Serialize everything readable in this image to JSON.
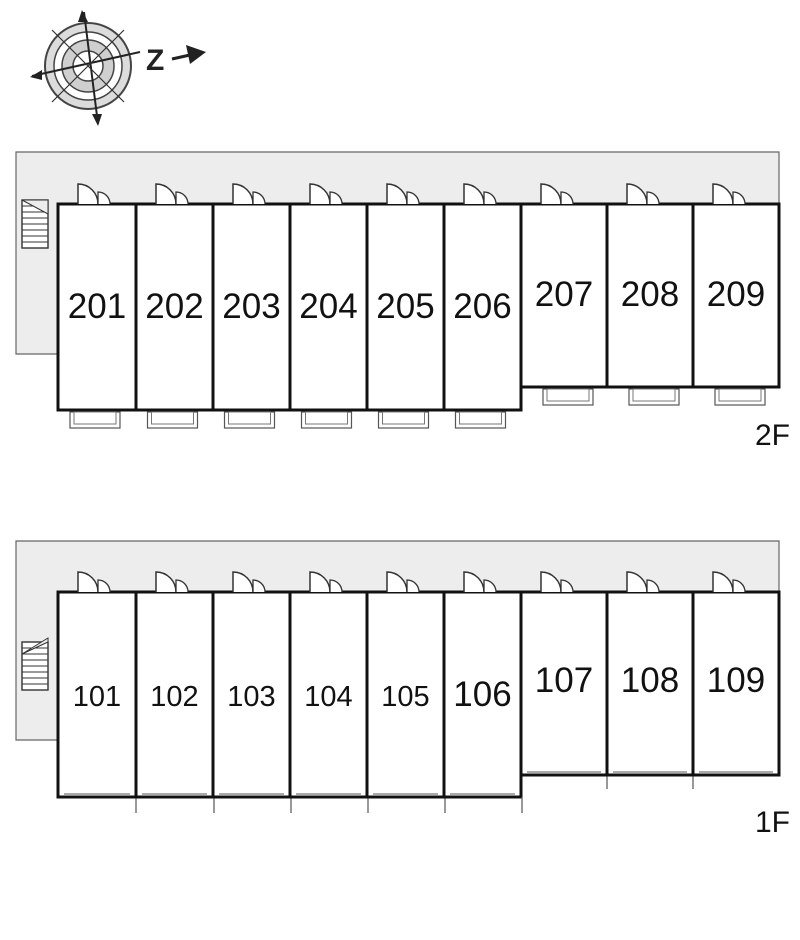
{
  "compass": {
    "north_letter": "Z"
  },
  "floors": [
    {
      "id": "2f",
      "label": "2F",
      "units": [
        "201",
        "202",
        "203",
        "204",
        "205",
        "206",
        "207",
        "208",
        "209"
      ]
    },
    {
      "id": "1f",
      "label": "1F",
      "units": [
        "101",
        "102",
        "103",
        "104",
        "105",
        "106",
        "107",
        "108",
        "109"
      ]
    }
  ],
  "colors": {
    "corridor": "#ededed",
    "wall": "#111111",
    "line": "#666666"
  }
}
